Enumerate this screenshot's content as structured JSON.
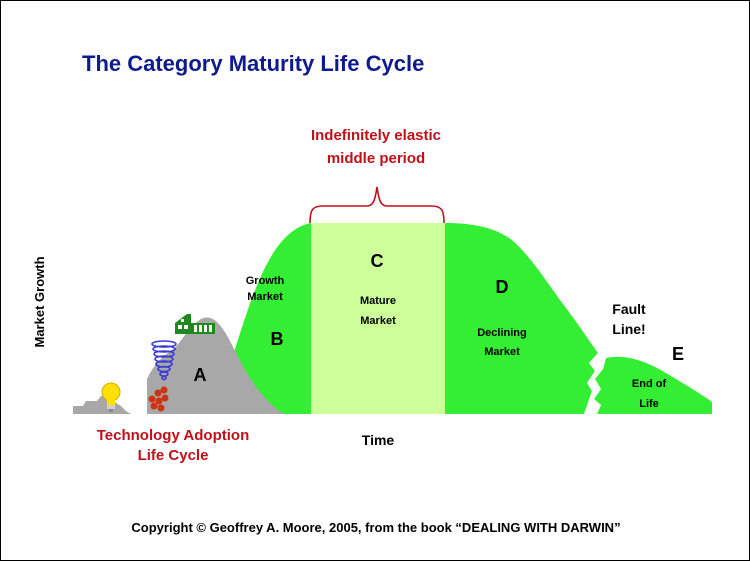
{
  "title": "The Category Maturity Life Cycle",
  "callout": {
    "line1": "Indefinitely elastic",
    "line2": "middle period"
  },
  "y_axis_label": "Market Growth",
  "x_axis_label": "Time",
  "tech_adoption": {
    "line1": "Technology Adoption",
    "line2": "Life Cycle"
  },
  "phases": {
    "A": {
      "letter": "A"
    },
    "B": {
      "letter": "B",
      "line1": "Growth",
      "line2": "Market"
    },
    "C": {
      "letter": "C",
      "line1": "Mature",
      "line2": "Market"
    },
    "D": {
      "letter": "D",
      "line1": "Declining",
      "line2": "Market"
    },
    "E": {
      "letter": "E",
      "line1": "End of",
      "line2": "Life"
    }
  },
  "fault_line": {
    "line1": "Fault",
    "line2": "Line!"
  },
  "copyright": "Copyright © Geoffrey A. Moore, 2005, from the book “DEALING WITH DARWIN”",
  "colors": {
    "title": "#0d1b8c",
    "accent_red": "#c0101a",
    "green": "#33ee33",
    "pale_green": "#ccff99",
    "gray": "#a8a8a8"
  },
  "icons": [
    "light-bulb-icon",
    "stacked-coins-icon",
    "tornado-icon",
    "building-icon",
    "bowling-pins-icon"
  ]
}
